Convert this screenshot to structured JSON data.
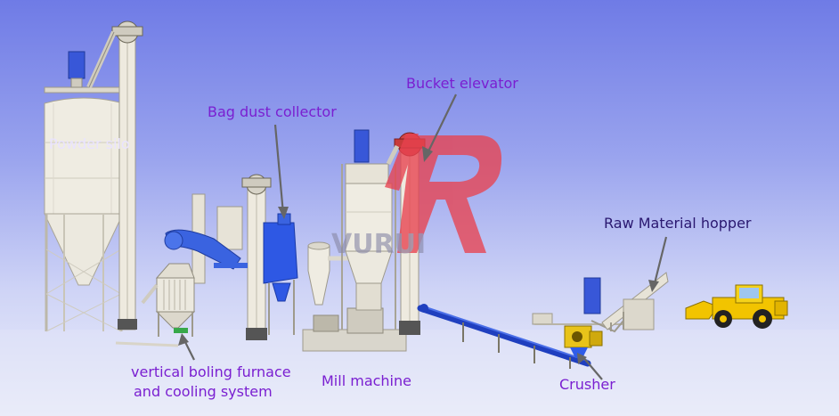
{
  "labels": {
    "powder_silo": "Powder silo",
    "bag_dust_collector": "Bag dust collector",
    "bucket_elevator": "Bucket elevator",
    "raw_material_hopper": "Raw Material hopper",
    "furnace_line1": "vertical boling furnace",
    "furnace_line2": "and cooling system",
    "mill_machine": "Mill machine",
    "crusher": "Crusher"
  },
  "watermark": "VURUI",
  "colors": {
    "label_text": "#7a1fd1",
    "arrow": "#666666",
    "logo_red": "#e8424f",
    "machine_blue": "#2f5ce8",
    "structure_cream": "#eeeadf",
    "loader_yellow": "#f2c400"
  }
}
